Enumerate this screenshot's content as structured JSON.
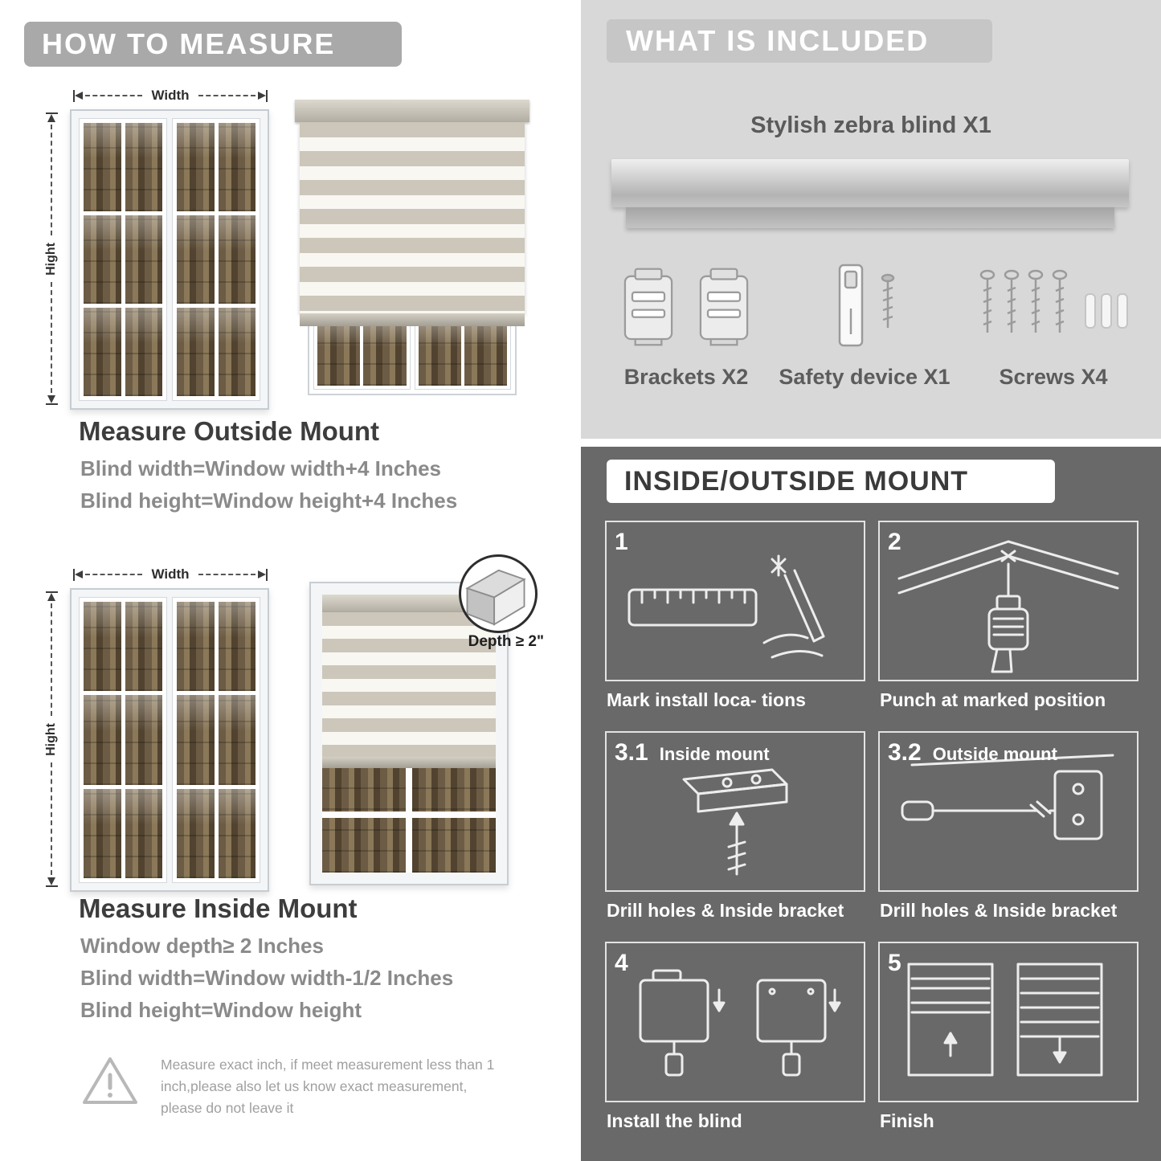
{
  "colors": {
    "header_gray": "#a9a9a9",
    "panel_light_gray": "#d8d8d8",
    "panel_dark_gray": "#696969",
    "heading_text": "#3d3d3d",
    "body_text_gray": "#8a8a8a"
  },
  "measure": {
    "header": "HOW TO MEASURE",
    "outside": {
      "width_label": "Width",
      "height_label": "Hight",
      "title": "Measure Outside Mount",
      "line1": "Blind width=Window width+4 Inches",
      "line2": "Blind height=Window height+4 Inches"
    },
    "inside": {
      "width_label": "Width",
      "height_label": "Hight",
      "depth_callout": "Depth ≥ 2\"",
      "title": "Measure Inside Mount",
      "line1": "Window depth≥ 2 Inches",
      "line2": "Blind width=Window width-1/2 Inches",
      "line3": "Blind height=Window height"
    },
    "warning_text": "Measure exact inch, if meet measurement less than 1 inch,please also let us know exact measurement, please do not leave it"
  },
  "included": {
    "header": "WHAT IS INCLUDED",
    "product_label": "Stylish zebra blind X1",
    "items": [
      {
        "label": "Brackets X2"
      },
      {
        "label": "Safety device X1"
      },
      {
        "label": "Screws X4"
      }
    ]
  },
  "mount": {
    "header": "INSIDE/OUTSIDE MOUNT",
    "steps": [
      {
        "num": "1",
        "label": "",
        "caption": "Mark install loca- tions"
      },
      {
        "num": "2",
        "label": "",
        "caption": "Punch at  marked position"
      },
      {
        "num": "3.1",
        "label": "Inside mount",
        "caption": "Drill holes &  Inside bracket"
      },
      {
        "num": "3.2",
        "label": "Outside mount",
        "caption": "Drill holes &  Inside bracket"
      },
      {
        "num": "4",
        "label": "",
        "caption": "Install the blind"
      },
      {
        "num": "5",
        "label": "",
        "caption": "Finish"
      }
    ]
  }
}
